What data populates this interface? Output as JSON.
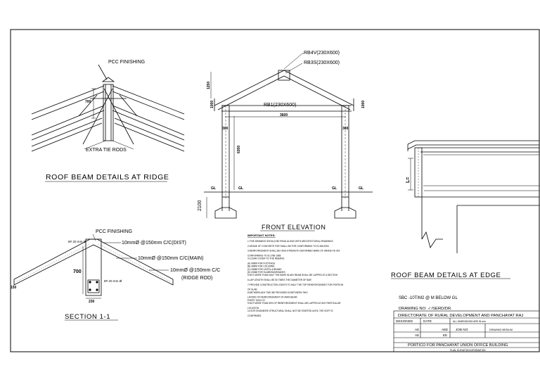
{
  "ridge_detail": {
    "title": "ROOF BEAM DETAILS AT RIDGE",
    "pcc_label": "PCC FINISHING",
    "dim_700": "700",
    "tie_label": "EXTRA TIE RODS"
  },
  "front_elevation": {
    "title": "FRONT ELEVATION",
    "rb4v": "RB4V(230X600)",
    "rb3s": "RB3S(230X600)",
    "rb1": "RB1(230X600)",
    "span": "3600",
    "height": "6300",
    "rise": "1250",
    "side_dim": "1000",
    "col_mark": "300",
    "gl": "GL",
    "foundation_depth": "2100"
  },
  "section": {
    "title": "SECTION 1-1",
    "pcc_label": "PCC FINISHING",
    "bar_top": "8# 20 mm Ø",
    "bar_bottom": "8# 20 mm Ø",
    "dist": "10mmØ @150mm C/C(DIST)",
    "main": "10mmØ @150mm C/C(MAIN)",
    "ridge1": "10mmØ @150mm C/C",
    "ridge2": "(RIDGE ROD)",
    "dim_700": "700",
    "dim_230": "230",
    "dim_150": "150"
  },
  "notes": {
    "heading": "IMPORTANT NOTES:",
    "lines": [
      "1.THIS DRAWING SHOULD BE READ ALONG WITH ARCHITECTURAL DRAWINGS",
      "2.GRADE OF CONCRETE FOR SHALL BE FOR CONFORMING TO IS-456:2000",
      "3.REINFORCEMENT SHALL BE HIGH STRENGTH DEFORMED BARS OF GRADE FE-415",
      "  CONFORMING TO IS:1786-1985",
      "4.CLEAR COVER TO THE REBARS:",
      "  (A) 40MM FOR FOOTINGS",
      "  (B) 40MM FOR COLUMNS",
      "  (C) 25MM FOR LINTEL & BEAMS",
      "  (D) 20MM FOR SLABS/SUNSHADES",
      "5.NOT MORE THAN HALF THE BARS IN ANY BEAM SHALL BE LAPPED AT A SECTION",
      "6.LAP LENGTH SHALL BE 50 TIMES THE DIAMETER OF BAR",
      "7.PROVIDE CONSTRUCTION JOINTS TO HALF THE TOP REINFORCEMENT FOR PORTION",
      "  OF SLAB",
      "8.BETWEEN ANY TWO BE PROVIDED IN BETWEEN TWO",
      "  LAYERS OF REINFORCEMENT OF MAIN BEAM",
      "  EVERY 1000 C/C",
      "9.NOT MORE THAN 50% OF REINFORCEMENT SHALL BE LAPPED AT ANY PARTICULAR",
      "  LOCATION",
      "10.SITE ENGINEER/ STRUCTURAL SHALL NOT BE STARTED UNTIL THE SOFT IS",
      "  CONFIRMED"
    ]
  },
  "edge_detail": {
    "title": "ROOF BEAM DETAILS AT EDGE",
    "dim": "L=",
    "sbc": "SBC  -10T/M2  @      M  BELOW  GL"
  },
  "title_block": {
    "drawing_no": "DRAWING NO:  -/  /SERD/DR.",
    "dept": "DIRECTORATE OF RURAL DEVELOPMENT AND PANCHAYAT RAJ",
    "col1": "DESIGNED",
    "col2": "DATE",
    "col3": "ALL DIMENSIONS ARE IN mm",
    "r2c1": "AE",
    "r2c2": "AEE",
    "r2c3": "JOB NO:",
    "r2c4": "DRAWING MEDIUM",
    "r3c1": "AE",
    "r3c2": "EE",
    "project": "PORTICO FOR PANCHAYAT UNION OFFICE BUILDING",
    "subtitle": "PLAN, ELEVATION INFORMATION"
  }
}
